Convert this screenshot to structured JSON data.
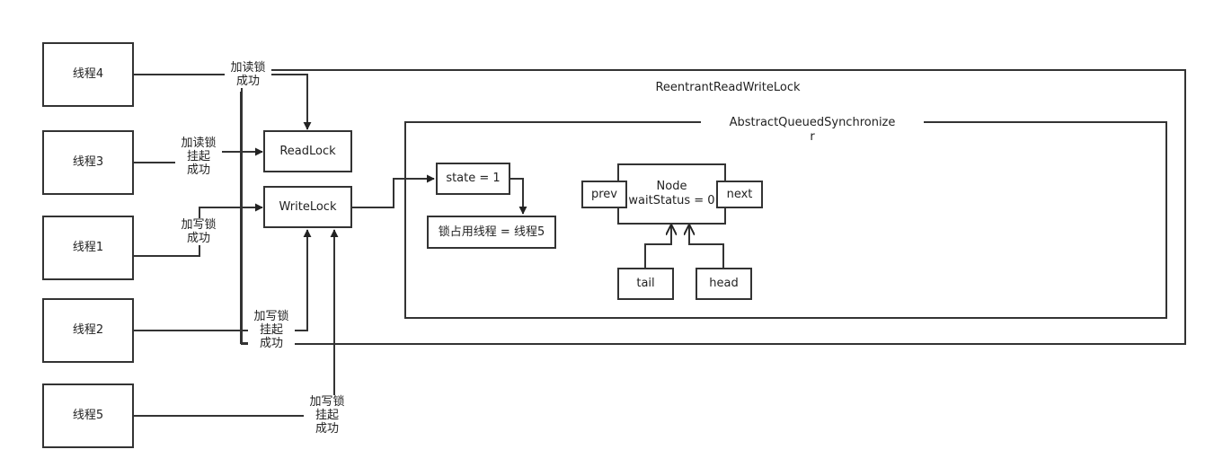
{
  "threads": {
    "t4": "线程4",
    "t3": "线程3",
    "t1": "线程1",
    "t2": "线程2",
    "t5": "线程5"
  },
  "containers": {
    "rrwl": "ReentrantReadWriteLock",
    "aqs_line1": "AbstractQueuedSynchronize",
    "aqs_line2": "r"
  },
  "locks": {
    "read": "ReadLock",
    "write": "WriteLock"
  },
  "state": {
    "state": "state = 1",
    "owner": "锁占用线程 = 线程5"
  },
  "queue": {
    "prev": "prev",
    "node_line1": "Node",
    "node_line2": "waitStatus = 0",
    "next": "next",
    "tail": "tail",
    "head": "head"
  },
  "edge_labels": {
    "t4": "加读锁\n成功",
    "t3": "加读锁\n挂起\n成功",
    "t1": "加写锁\n成功",
    "t2": "加写锁\n挂起\n成功",
    "t5": "加写锁\n挂起\n成功"
  },
  "colors": {
    "stroke": "#333333",
    "text": "#222222",
    "background": "#ffffff"
  }
}
